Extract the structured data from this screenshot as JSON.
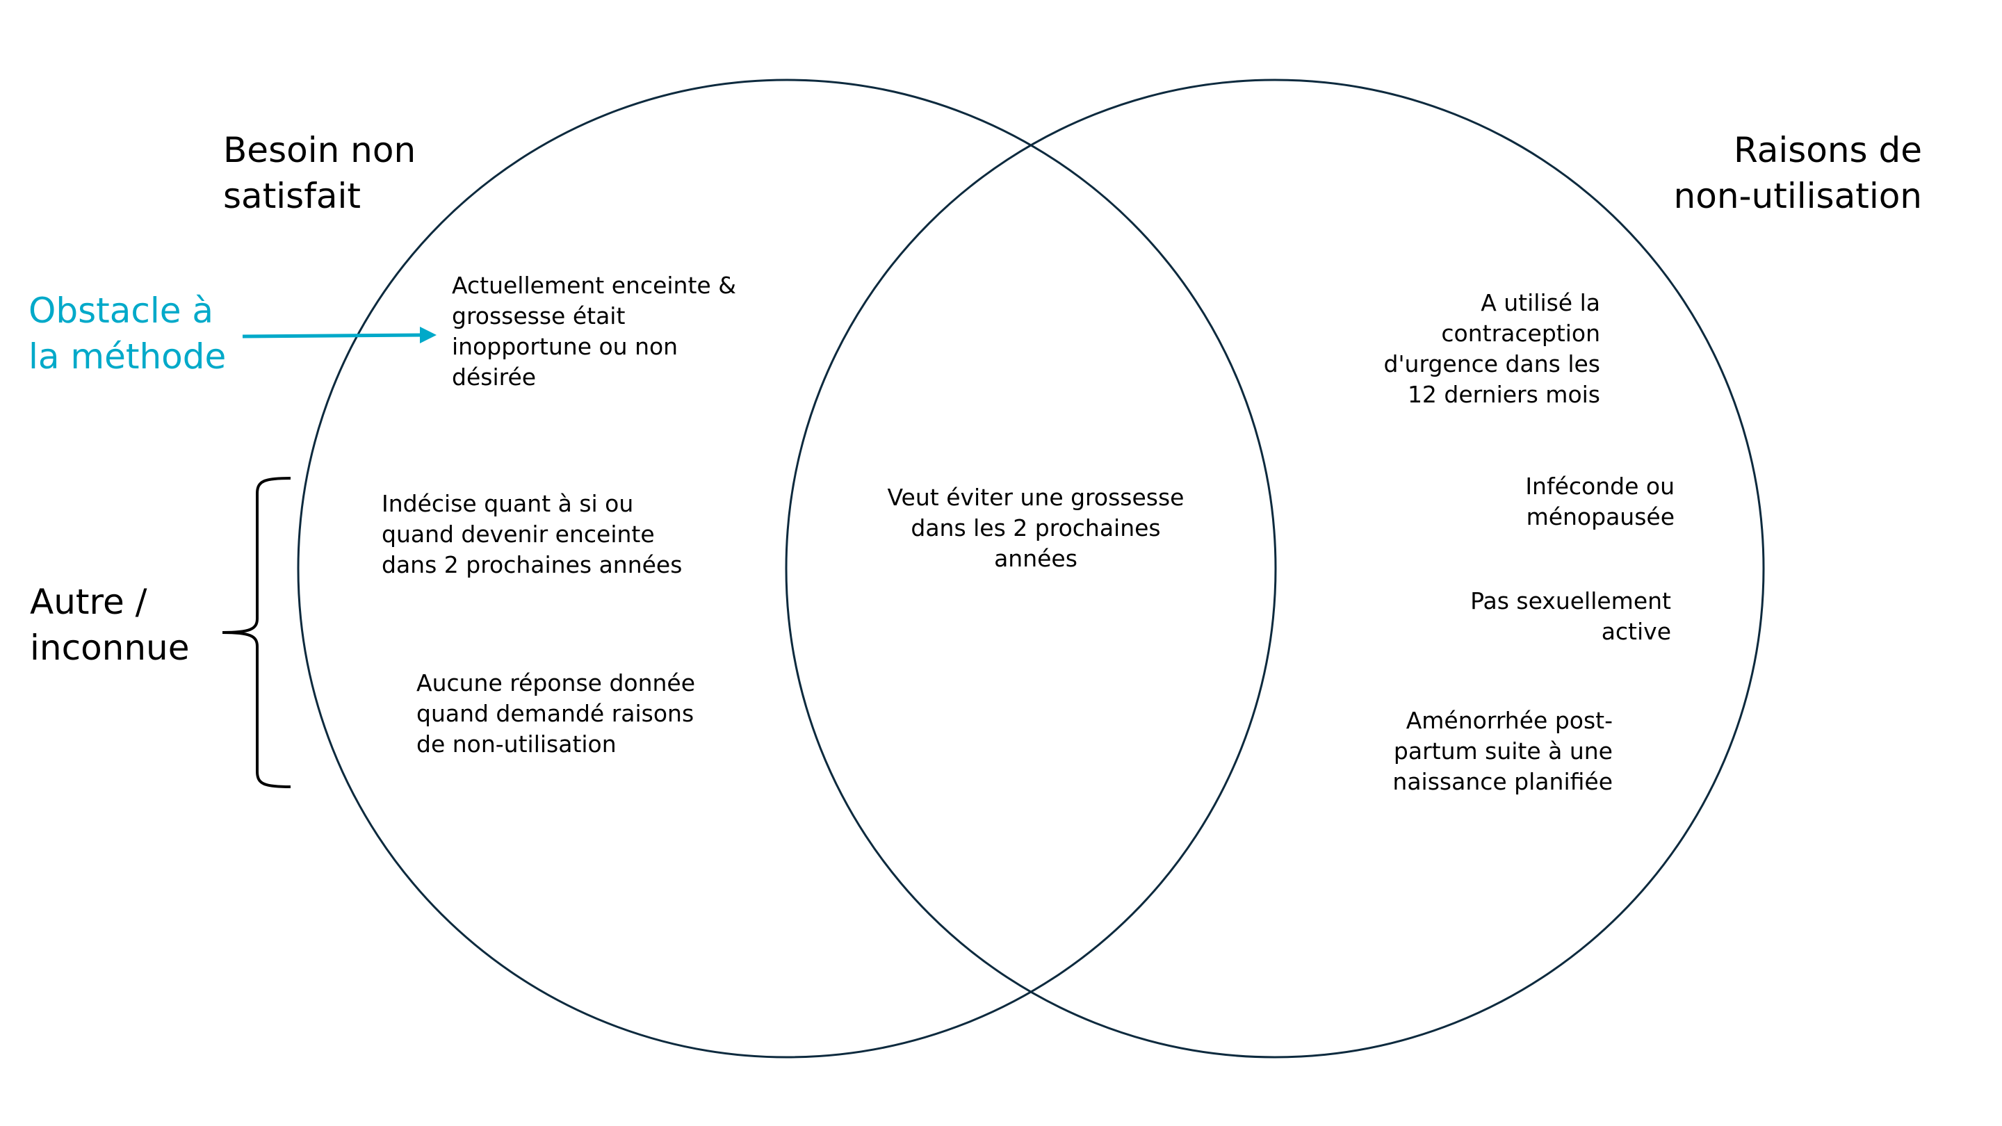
{
  "colors": {
    "circle_stroke": "#0d2a3e",
    "accent": "#00a9c9",
    "text": "#000000"
  },
  "left_title": [
    "Besoin non",
    "satisfait"
  ],
  "right_title": [
    "Raisons de",
    "non-utilisation"
  ],
  "obstacle_label": [
    "Obstacle à",
    "la méthode"
  ],
  "other_label": [
    "Autre /",
    "inconnue"
  ],
  "left_items": {
    "pregnant": [
      "Actuellement enceinte &",
      "grossesse était",
      "inopportune ou non",
      "désirée"
    ],
    "undecided": [
      "Indécise quant à si ou",
      "quand devenir enceinte",
      "dans 2 prochaines années"
    ],
    "no_answer": [
      "Aucune réponse donnée",
      "quand demandé raisons",
      "de non-utilisation"
    ]
  },
  "center_item": [
    "Veut éviter une grossesse",
    "dans les 2 prochaines",
    "années"
  ],
  "right_items": {
    "emergency": [
      "A utilisé la",
      "contraception",
      "d'urgence dans les",
      "12 derniers mois"
    ],
    "infecund": [
      "Inféconde ou",
      "ménopausée"
    ],
    "not_active": [
      "Pas sexuellement",
      "active"
    ],
    "amenorrhea": [
      "Aménorrhée post-",
      "partum suite à une",
      "naissance planifiée"
    ]
  }
}
